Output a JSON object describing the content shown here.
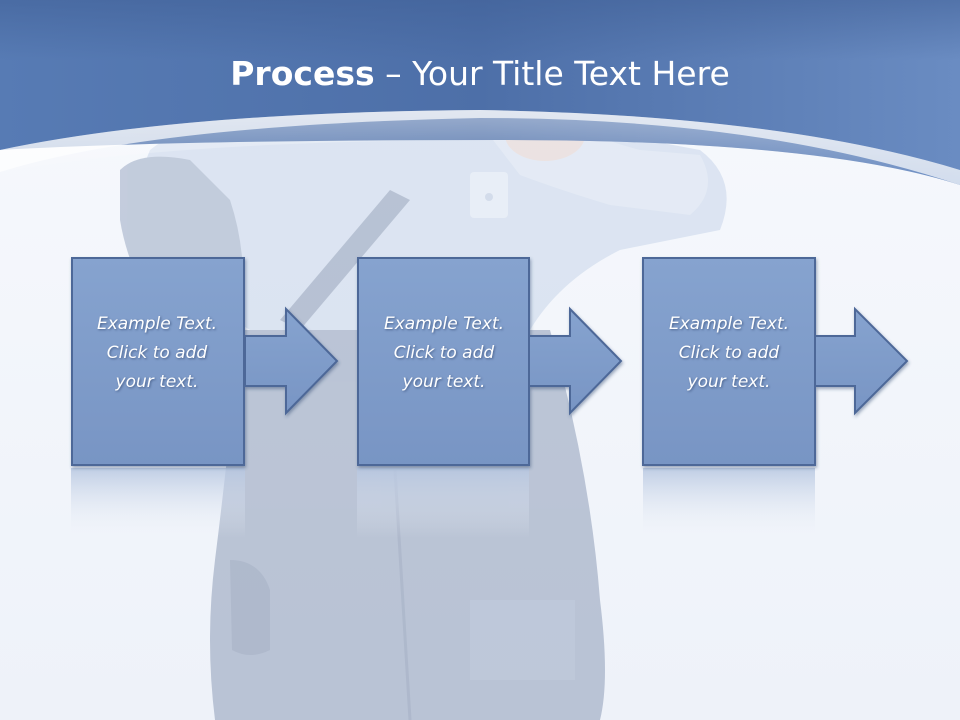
{
  "slide": {
    "title_strong": "Process",
    "title_rest": "– Your Title Text Here"
  },
  "steps": [
    {
      "line1": "Example Text.",
      "line2": "Click  to add",
      "line3": "your text."
    },
    {
      "line1": "Example Text.",
      "line2": "Click  to add",
      "line3": "your text."
    },
    {
      "line1": "Example Text.",
      "line2": "Click  to add",
      "line3": "your text."
    }
  ],
  "colors": {
    "header": "#5b7fb8",
    "box_fill": "#7f9ecb",
    "box_border": "#4d6898",
    "text": "#ffffff"
  }
}
